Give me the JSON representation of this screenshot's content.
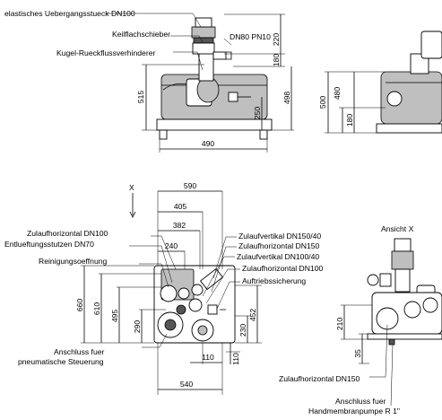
{
  "labels": {
    "transition_piece": "elastisches Uebergangsstueck DN100",
    "gate_valve": "Keilflachschieber",
    "dn80_pn10": "DN80 PN10",
    "ball_check_valve": "Kugel-Rueckflussverhinderer",
    "inlet_h_dn100": "Zulaufhorizontal DN100",
    "vent_dn70": "Entlueftungsstutzen DN70",
    "cleaning_opening": "Reinigungsoeffnung",
    "inlet_v_dn150_40": "Zulaufvertikal DN150/40",
    "inlet_h_dn150": "Zulaufhorizontal DN150",
    "inlet_v_dn100_40": "Zulaufvertikal DN100/40",
    "inlet_h_dn100_b": "Zulaufhorizontal DN100",
    "buoyancy_lock": "Auftriebssicherung",
    "pneumatic_1": "Anschluss fuer",
    "pneumatic_2": "pneumatische Steuerung",
    "view_x": "Ansicht X",
    "x_marker": "X",
    "inlet_h_dn150_b": "Zulaufhorizontal DN150",
    "hand_pump_1": "Anschluss fuer",
    "hand_pump_2": "Handmembranpumpe R 1\""
  },
  "dimensions": {
    "d220": "220",
    "d180": "180",
    "d498": "498",
    "d515": "515",
    "d250": "250",
    "d490": "490",
    "d500": "500",
    "d480": "480",
    "d180b": "180",
    "d590": "590",
    "d405": "405",
    "d382": "382",
    "d240": "240",
    "d660": "660",
    "d610": "610",
    "d495": "495",
    "d290": "290",
    "d452": "452",
    "d230": "230",
    "d110a": "110",
    "d110b": "110",
    "d540": "540",
    "d210": "210",
    "d35": "35"
  }
}
